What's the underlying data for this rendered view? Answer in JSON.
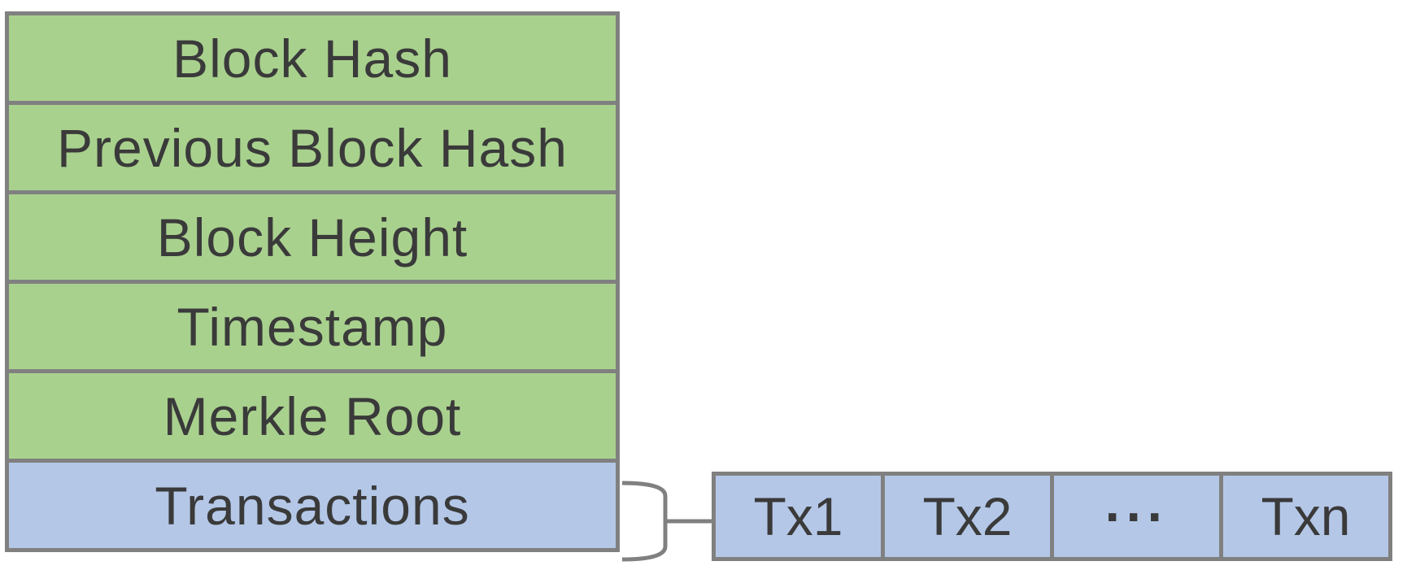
{
  "header_fields": [
    {
      "label": "Block Hash"
    },
    {
      "label": "Previous Block Hash"
    },
    {
      "label": "Block Height"
    },
    {
      "label": "Timestamp"
    },
    {
      "label": "Merkle Root"
    }
  ],
  "transactions_field": {
    "label": "Transactions"
  },
  "transactions": [
    {
      "label": "Tx1"
    },
    {
      "label": "Tx2"
    },
    {
      "label": "···"
    },
    {
      "label": "Txn"
    }
  ],
  "colors": {
    "header_fill": "#a9d18e",
    "transactions_fill": "#b4c7e7",
    "border": "#808080",
    "text": "#3a3a3a"
  }
}
